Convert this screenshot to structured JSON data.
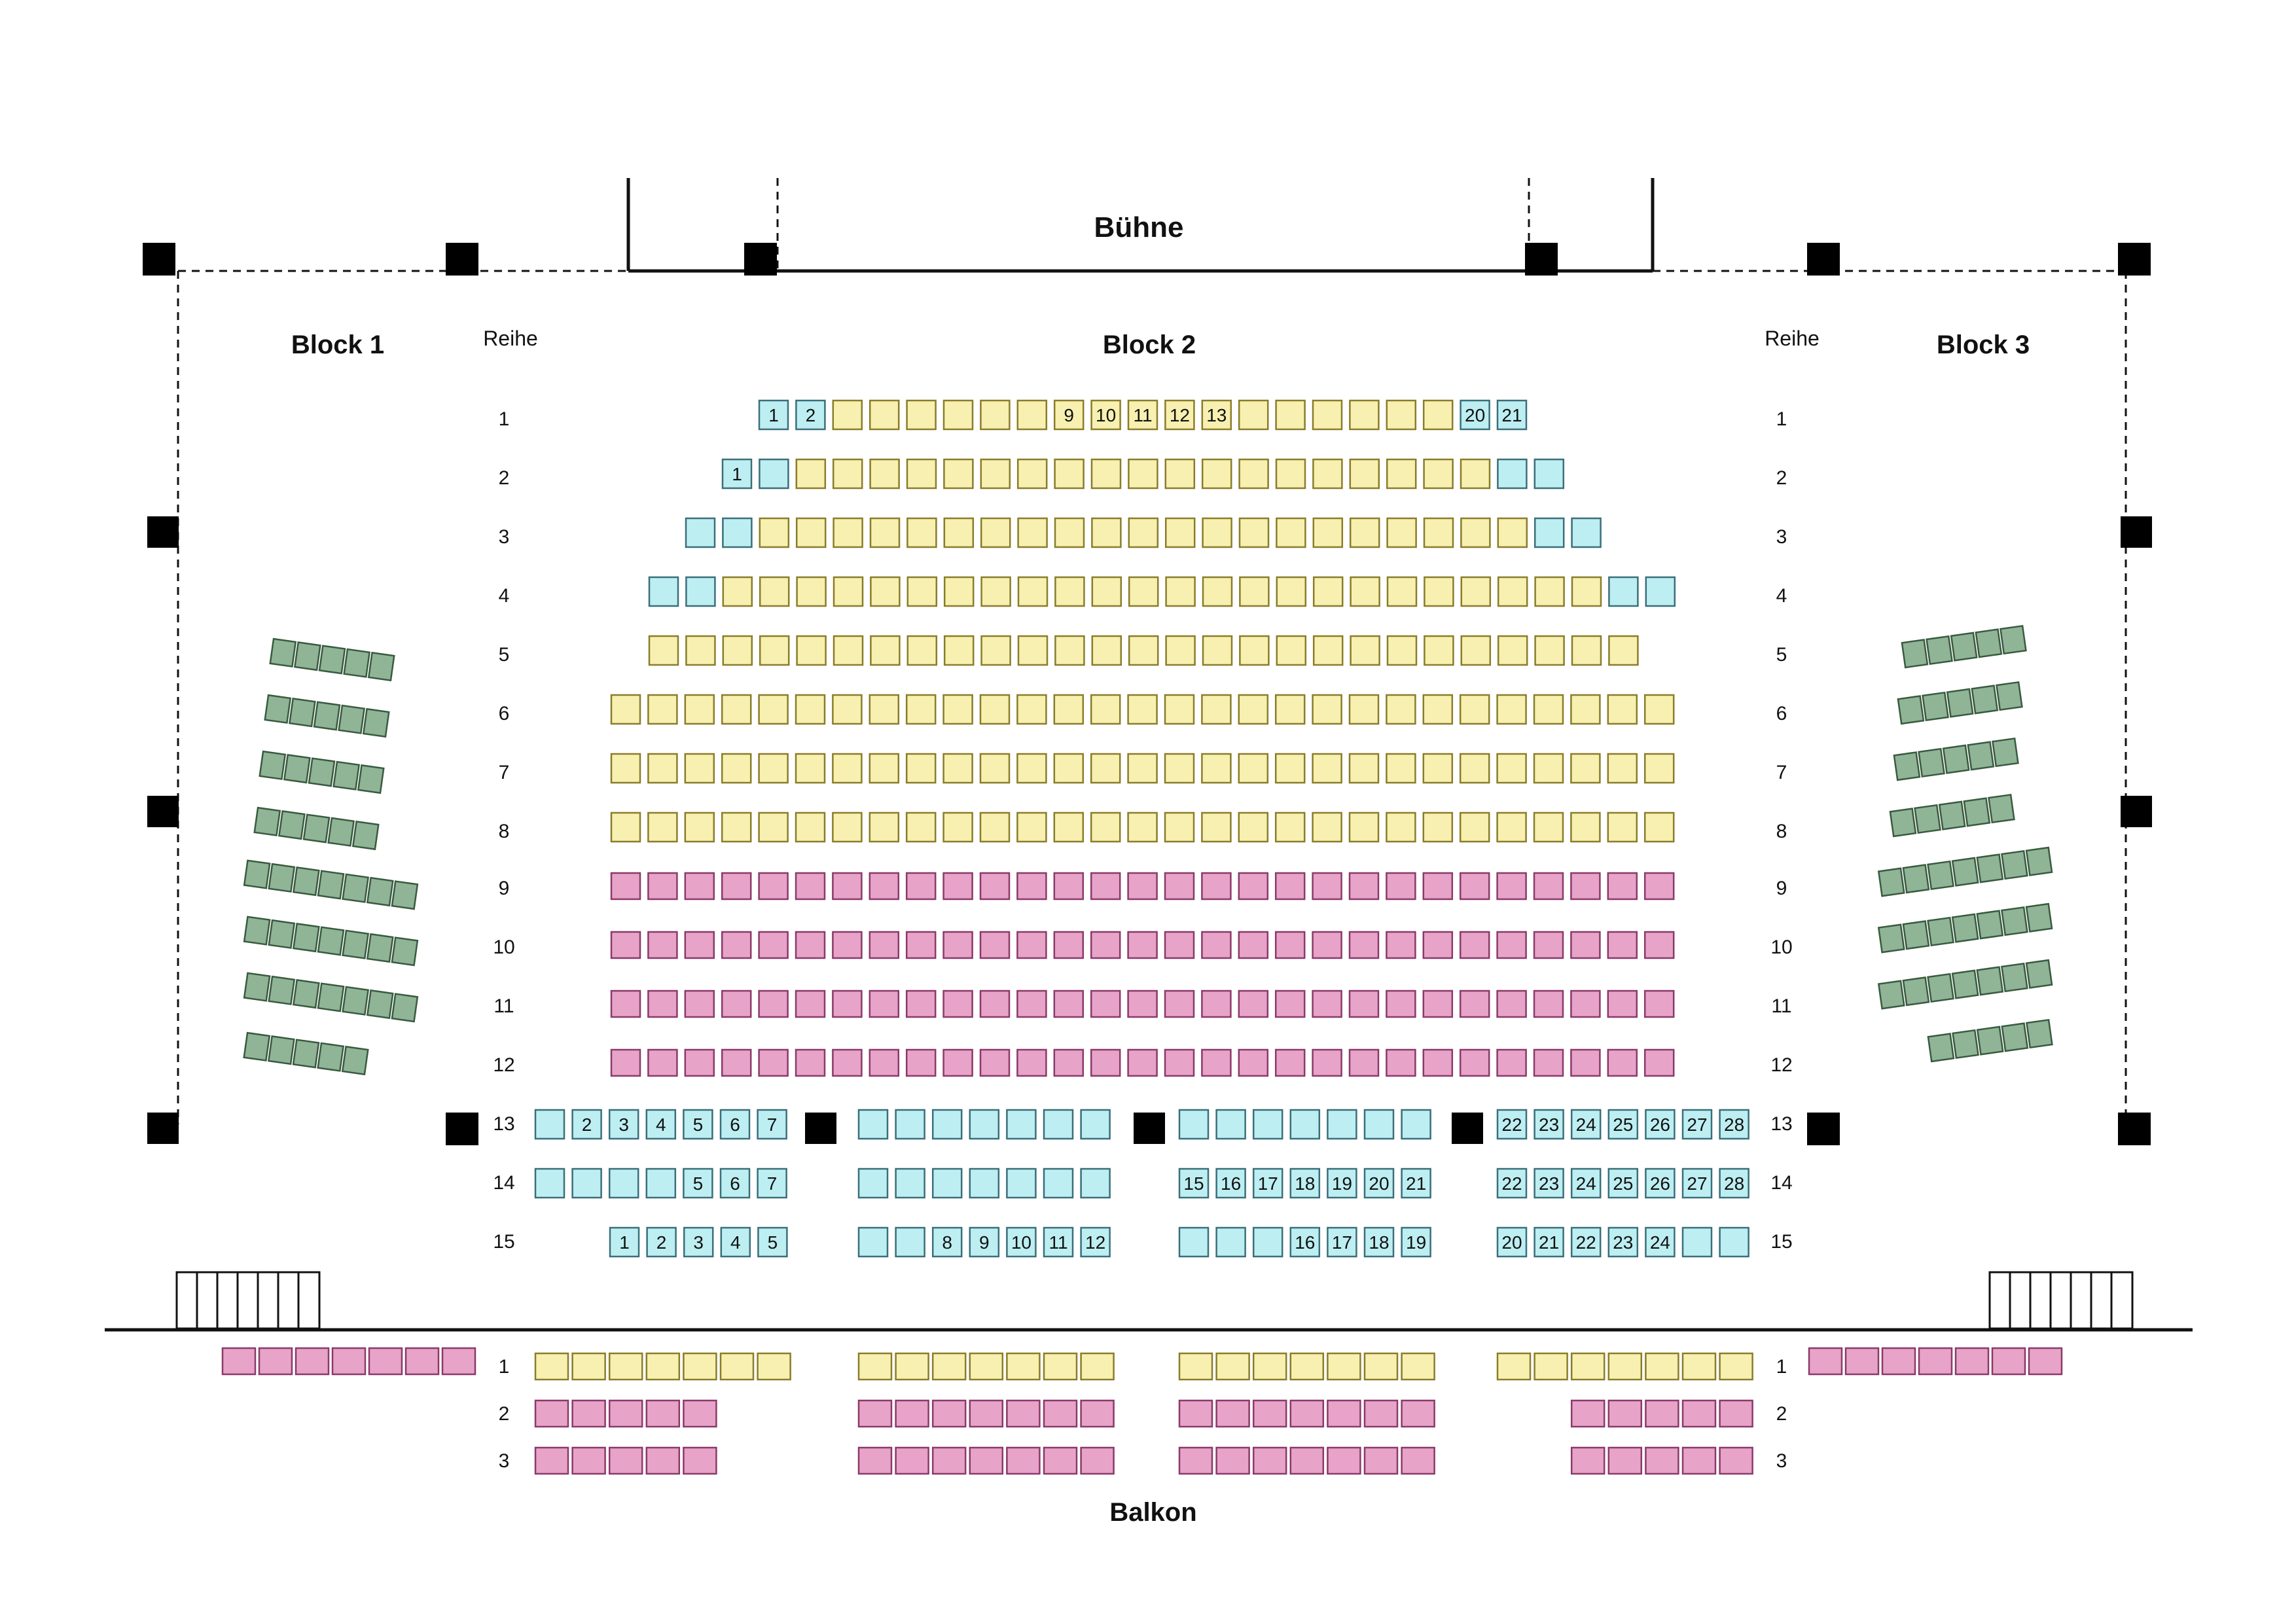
{
  "labels": {
    "stage": "Bühne",
    "block1": "Block 1",
    "block2": "Block  2",
    "block3": "Block 3",
    "row_heading": "Reihe",
    "balcony": "Balkon"
  },
  "row_numbers": [
    "1",
    "2",
    "3",
    "4",
    "5",
    "6",
    "7",
    "8",
    "9",
    "10",
    "11",
    "12",
    "13",
    "14",
    "15"
  ],
  "balcony_row_numbers": [
    "1",
    "2",
    "3"
  ],
  "seat_colors": {
    "turquoise": "#bdeef2",
    "yellow": "#f7f0b0",
    "pink": "#e8a3c8",
    "green": "#8fb596",
    "white": "#ffffff"
  },
  "stalls": [
    {
      "row": 1,
      "segments": [
        {
          "n": 2,
          "color": "turquoise",
          "numbers": [
            "1",
            "2"
          ]
        },
        {
          "n": 6,
          "color": "yellow",
          "numbers": []
        },
        {
          "n": 5,
          "color": "yellow",
          "numbers": [
            "9",
            "10",
            "11",
            "12",
            "13"
          ]
        },
        {
          "n": 6,
          "color": "yellow",
          "numbers": []
        },
        {
          "n": 2,
          "color": "turquoise",
          "numbers": [
            "20",
            "21"
          ]
        }
      ]
    },
    {
      "row": 2,
      "segments": [
        {
          "n": 2,
          "color": "turquoise",
          "numbers": [
            "1"
          ]
        },
        {
          "n": 19,
          "color": "yellow",
          "numbers": []
        },
        {
          "n": 2,
          "color": "turquoise",
          "numbers": []
        }
      ]
    },
    {
      "row": 3,
      "segments": [
        {
          "n": 2,
          "color": "turquoise",
          "numbers": []
        },
        {
          "n": 21,
          "color": "yellow",
          "numbers": []
        },
        {
          "n": 2,
          "color": "turquoise",
          "numbers": []
        }
      ]
    },
    {
      "row": 4,
      "segments": [
        {
          "n": 2,
          "color": "turquoise",
          "numbers": []
        },
        {
          "n": 24,
          "color": "yellow",
          "numbers": []
        },
        {
          "n": 2,
          "color": "turquoise",
          "numbers": []
        }
      ]
    },
    {
      "row": 5,
      "segments": [
        {
          "n": 27,
          "color": "yellow",
          "numbers": []
        }
      ]
    },
    {
      "row": 6,
      "segments": [
        {
          "n": 29,
          "color": "yellow",
          "numbers": []
        }
      ]
    },
    {
      "row": 7,
      "segments": [
        {
          "n": 29,
          "color": "yellow",
          "numbers": []
        }
      ]
    },
    {
      "row": 8,
      "segments": [
        {
          "n": 29,
          "color": "yellow",
          "numbers": []
        }
      ]
    },
    {
      "row": 9,
      "segments": [
        {
          "n": 29,
          "color": "pink",
          "numbers": []
        }
      ]
    },
    {
      "row": 10,
      "segments": [
        {
          "n": 29,
          "color": "pink",
          "numbers": []
        }
      ]
    },
    {
      "row": 11,
      "segments": [
        {
          "n": 29,
          "color": "pink",
          "numbers": []
        }
      ]
    },
    {
      "row": 12,
      "segments": [
        {
          "n": 29,
          "color": "pink",
          "numbers": []
        }
      ]
    }
  ],
  "rear_rows": [
    {
      "row": 13,
      "groups": [
        {
          "n": 7,
          "color": "turquoise",
          "numbers": [
            "",
            "2",
            "3",
            "4",
            "5",
            "6",
            "7"
          ]
        },
        {
          "n": 7,
          "color": "turquoise",
          "numbers": []
        },
        {
          "n": 7,
          "color": "turquoise",
          "numbers": []
        },
        {
          "n": 7,
          "color": "turquoise",
          "numbers": [
            "22",
            "23",
            "24",
            "25",
            "26",
            "27",
            "28"
          ]
        }
      ]
    },
    {
      "row": 14,
      "groups": [
        {
          "n": 7,
          "color": "turquoise",
          "numbers": [
            "",
            "",
            "",
            "",
            "5",
            "6",
            "7"
          ]
        },
        {
          "n": 7,
          "color": "turquoise",
          "numbers": []
        },
        {
          "n": 7,
          "color": "turquoise",
          "numbers": [
            "15",
            "16",
            "17",
            "18",
            "19",
            "20",
            "21"
          ]
        },
        {
          "n": 7,
          "color": "turquoise",
          "numbers": [
            "22",
            "23",
            "24",
            "25",
            "26",
            "27",
            "28"
          ]
        }
      ]
    },
    {
      "row": 15,
      "groups": [
        {
          "n": 5,
          "color": "turquoise",
          "numbers": [
            "1",
            "2",
            "3",
            "4",
            "5"
          ]
        },
        {
          "n": 7,
          "color": "turquoise",
          "numbers": [
            "",
            "",
            "8",
            "9",
            "10",
            "11",
            "12"
          ]
        },
        {
          "n": 7,
          "color": "turquoise",
          "numbers": [
            "",
            "",
            "",
            "16",
            "17",
            "18",
            "19"
          ]
        },
        {
          "n": 7,
          "color": "turquoise",
          "numbers": [
            "20",
            "21",
            "22",
            "23",
            "24",
            "",
            ""
          ]
        }
      ]
    }
  ],
  "balcony": [
    {
      "row": 1,
      "groups": [
        {
          "n": 7,
          "color": "yellow"
        },
        {
          "n": 7,
          "color": "yellow"
        },
        {
          "n": 7,
          "color": "yellow"
        },
        {
          "n": 7,
          "color": "yellow"
        }
      ]
    },
    {
      "row": 2,
      "groups": [
        {
          "n": 5,
          "color": "pink"
        },
        {
          "n": 7,
          "color": "pink"
        },
        {
          "n": 7,
          "color": "pink"
        },
        {
          "n": 5,
          "color": "pink"
        }
      ]
    },
    {
      "row": 3,
      "groups": [
        {
          "n": 5,
          "color": "pink"
        },
        {
          "n": 7,
          "color": "pink"
        },
        {
          "n": 7,
          "color": "pink"
        },
        {
          "n": 5,
          "color": "pink"
        }
      ]
    }
  ],
  "balcony_side": [
    {
      "side": "left",
      "n": 7,
      "color": "pink"
    },
    {
      "side": "right",
      "n": 7,
      "color": "pink"
    }
  ],
  "side_block_1": [
    {
      "n": 5,
      "color": "green"
    },
    {
      "n": 5,
      "color": "green"
    },
    {
      "n": 5,
      "color": "green"
    },
    {
      "n": 5,
      "color": "green"
    },
    {
      "n": 7,
      "color": "green"
    },
    {
      "n": 7,
      "color": "green"
    },
    {
      "n": 7,
      "color": "green"
    },
    {
      "n": 5,
      "color": "green"
    }
  ],
  "side_block_3": [
    {
      "n": 5,
      "color": "green"
    },
    {
      "n": 5,
      "color": "green"
    },
    {
      "n": 5,
      "color": "green"
    },
    {
      "n": 5,
      "color": "green"
    },
    {
      "n": 7,
      "color": "green"
    },
    {
      "n": 7,
      "color": "green"
    },
    {
      "n": 7,
      "color": "green"
    },
    {
      "n": 5,
      "color": "green"
    }
  ]
}
